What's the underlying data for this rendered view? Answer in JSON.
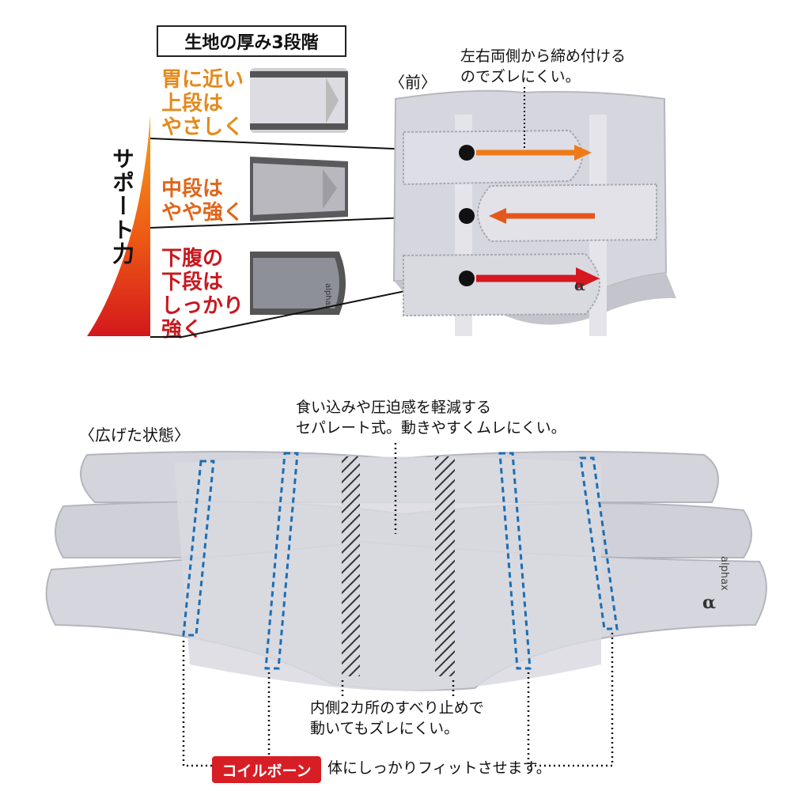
{
  "thickness": {
    "title": "生地の厚み3段階",
    "tiers": [
      {
        "lines": [
          "胃に近い",
          "上段は",
          "やさしく"
        ]
      },
      {
        "lines": [
          "中段は",
          "やや強く"
        ]
      },
      {
        "lines": [
          "下腹の",
          "下段は",
          "しっかり",
          "強く"
        ]
      }
    ],
    "support_label": "サポート力"
  },
  "front": {
    "label": "〈前〉",
    "note_lines": [
      "左右両側から締め付ける",
      "のでズレにくい。"
    ],
    "brand_mark": "α"
  },
  "spread": {
    "label": "〈広げた状態〉",
    "top_note_lines": [
      "食い込みや圧迫感を軽減する",
      "セパレート式。動きやすくムレにくい。"
    ],
    "inner_note_lines": [
      "内側2カ所のすべり止めで",
      "動いてもズレにくい。"
    ],
    "coil_badge": "コイルボーン",
    "coil_note": "体にしっかりフィットさせます。",
    "brand_text": "alphax"
  },
  "colors": {
    "fabric": "#d3d3dc",
    "tier_top": "#e48a1c",
    "tier_mid": "#e0661a",
    "tier_bottom": "#c8181e",
    "coil_blue": "#1a6fb5"
  }
}
